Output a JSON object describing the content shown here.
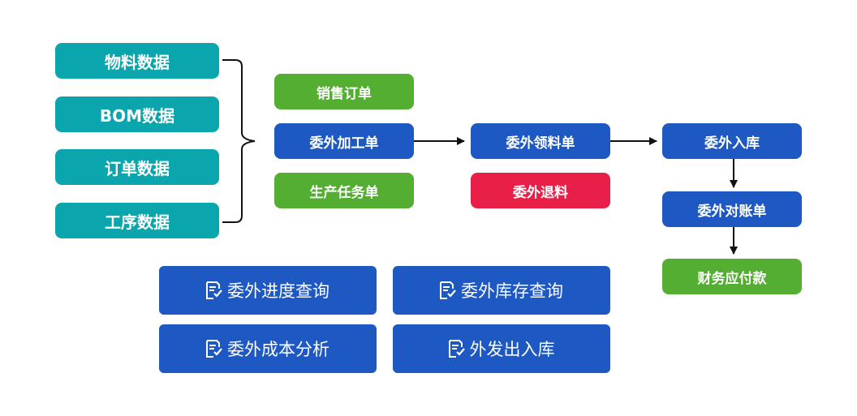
{
  "colors": {
    "teal": "#0aa5ad",
    "green": "#53ae32",
    "blue": "#1e58c3",
    "red": "#e81f46",
    "line": "#111111"
  },
  "data_sources": [
    {
      "label": "物料数据"
    },
    {
      "label": "BOM数据"
    },
    {
      "label": "订单数据"
    },
    {
      "label": "工序数据"
    }
  ],
  "flow": {
    "sales_order": "销售订单",
    "outsource_processing_order": "委外加工单",
    "production_task_order": "生产任务单",
    "outsource_requisition": "委外领料单",
    "outsource_return": "委外退料",
    "outsource_warehousing": "委外入库",
    "outsource_reconciliation": "委外对账单",
    "finance_payable": "财务应付款"
  },
  "reports": [
    {
      "label": "委外进度查询",
      "icon": "document-check-icon"
    },
    {
      "label": "委外库存查询",
      "icon": "document-check-icon"
    },
    {
      "label": "委外成本分析",
      "icon": "document-check-icon"
    },
    {
      "label": "外发出入库",
      "icon": "document-check-icon"
    }
  ]
}
